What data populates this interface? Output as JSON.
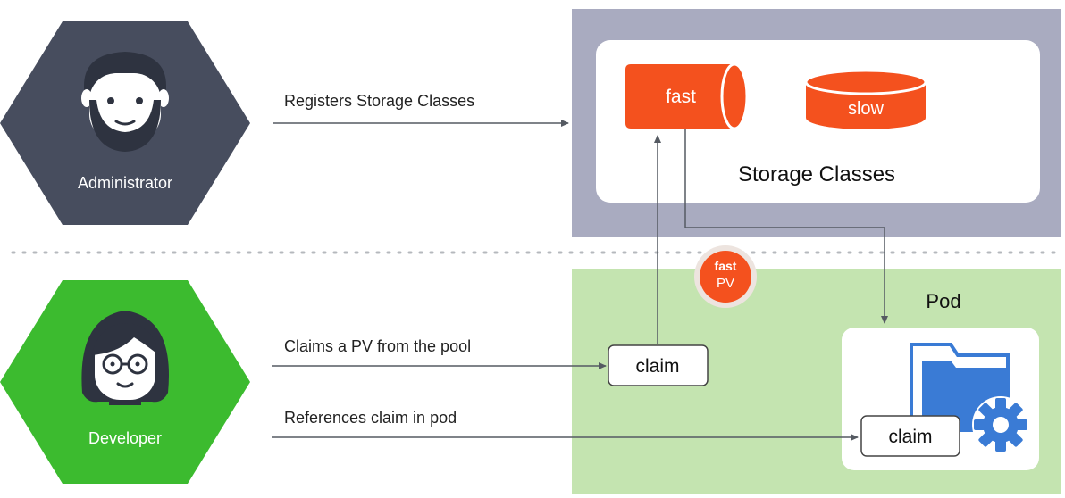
{
  "roles": {
    "administrator": {
      "label": "Administrator",
      "color": "#474d5e"
    },
    "developer": {
      "label": "Developer",
      "color": "#3cbb2f"
    }
  },
  "arrows": {
    "registers": "Registers Storage Classes",
    "claims": "Claims a PV from the pool",
    "references": "References claim in pod"
  },
  "storage": {
    "title": "Storage Classes",
    "fast": "fast",
    "slow": "slow",
    "accent": "#f4511e",
    "panel_color": "#a9abc0"
  },
  "pool": {
    "badge_line1": "fast",
    "badge_line2": "PV",
    "panel_color": "#c4e4b0"
  },
  "pod": {
    "title": "Pod",
    "claim": "claim",
    "icon_color": "#3a7bd5"
  },
  "claim_box": {
    "label": "claim"
  }
}
